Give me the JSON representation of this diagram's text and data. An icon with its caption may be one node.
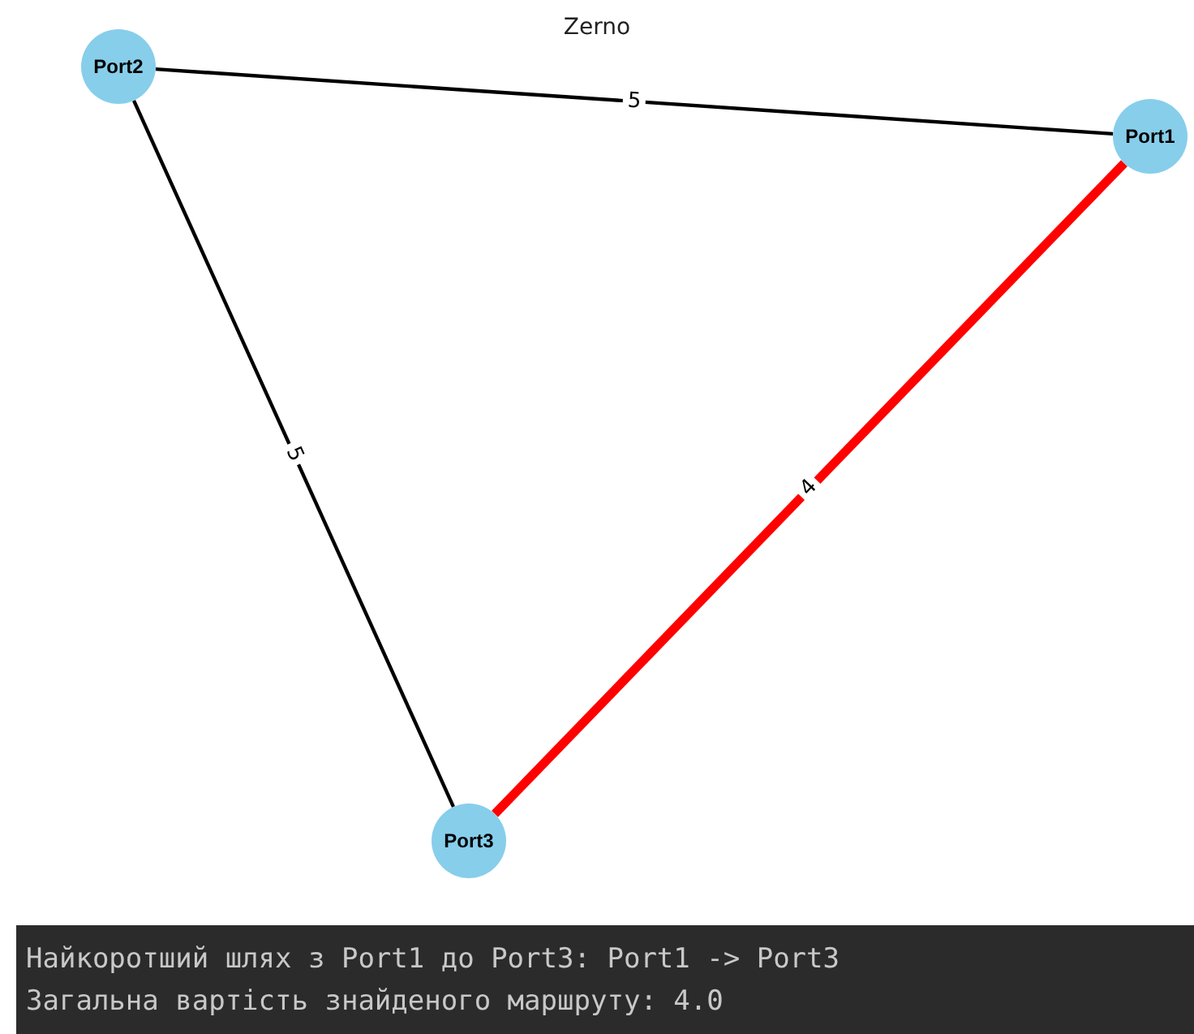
{
  "diagram": {
    "title": "Zerno",
    "nodes": [
      {
        "text": [
          "Port2"
        ]
      },
      {
        "text": [
          "Port1"
        ]
      },
      {
        "text": [
          "Port3"
        ]
      }
    ],
    "edges": [
      {
        "from": 0,
        "to": 1,
        "arrow": "none",
        "label": "5"
      },
      {
        "from": 0,
        "to": 2,
        "arrow": "none",
        "label": "5"
      },
      {
        "from": 1,
        "to": 2,
        "arrow": "none",
        "label": "4",
        "style": "thick",
        "color": "#ff0000"
      }
    ],
    "labels": [
      "Найкоротший шлях з Port1 до Port3: Port1 -> Port3",
      "Загальна вартість знайденого маршруту: 4.0"
    ]
  }
}
